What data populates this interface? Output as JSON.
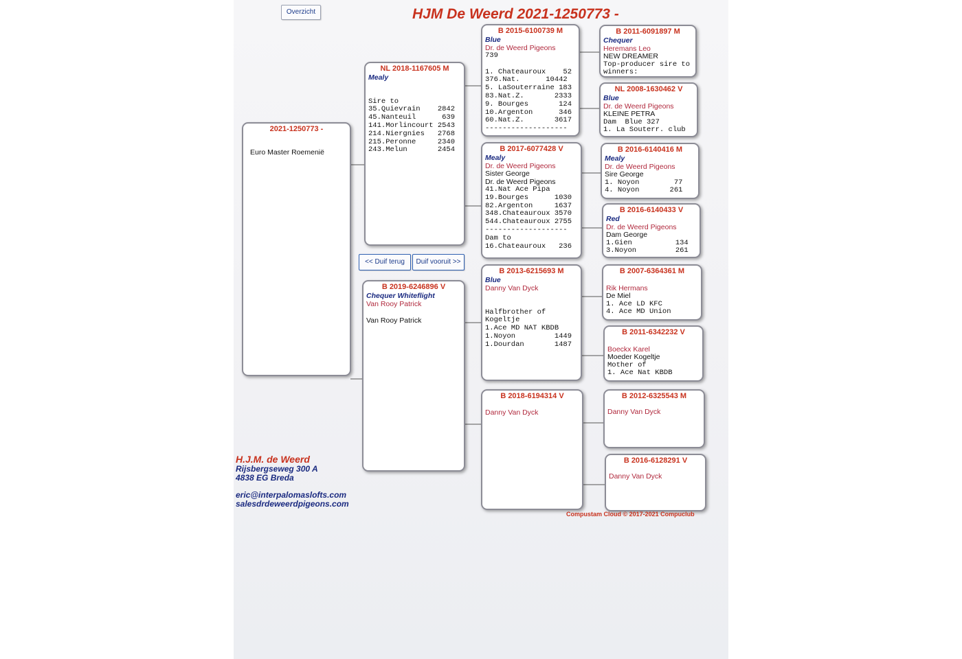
{
  "toolbar": {
    "overview_label": "Overzicht",
    "back_label": "<< Duif terug",
    "forward_label": "Duif vooruit >>"
  },
  "title": "HJM De Weerd  2021-1250773 -",
  "subject": {
    "ring": "2021-1250773 -",
    "name": "Euro Master Roemenië"
  },
  "sire": {
    "ring": "NL 2018-1167605 M",
    "color": "Mealy",
    "lines": "\n\nSire to\n35.Quievrain    2842\n45.Nanteuil      639\n141.Morlincourt 2543\n214.Niergnies   2768\n215.Peronne     2340\n243.Melun       2454"
  },
  "dam": {
    "ring": "B 2019-6246896 V",
    "color": "Chequer Whiteflight",
    "breeder": "Van Rooy Patrick",
    "text": "Van Rooy Patrick"
  },
  "gs1": {
    "ring": "B 2015-6100739 M",
    "color": "Blue",
    "breeder": "Dr. de Weerd Pigeons",
    "lines": "739\n\n1. Chateauroux    52\n376.Nat.      10442\n5. LaSouterraine 183\n83.Nat.Z.       2333\n9. Bourges       124\n10.Argenton      346\n60.Nat.Z.       3617\n-------------------"
  },
  "gd1": {
    "ring": "B 2017-6077428 V",
    "color": "Mealy",
    "breeder": "Dr. de Weerd Pigeons",
    "text1": "Sister George",
    "text2": "Dr. de Weerd Pigeons",
    "lines": "41.Nat Ace Pipa\n19.Bourges      1030\n82.Argenton     1637\n348.Chateauroux 3570\n544.Chateauroux 2755\n-------------------\nDam to\n16.Chateauroux   236"
  },
  "gs2": {
    "ring": "B 2013-6215693 M",
    "color": "Blue",
    "breeder": "Danny Van Dyck",
    "lines": "\n\nHalfbrother of\nKogeltje\n1.Ace MD NAT KBDB\n1.Noyon         1449\n1.Dourdan       1487"
  },
  "gd2": {
    "ring": "B 2018-6194314 V",
    "breeder": "Danny Van Dyck"
  },
  "ggs1": {
    "ring": "B 2011-6091897 M",
    "color": "Chequer",
    "breeder": "Heremans Leo",
    "text": "NEW DREAMER",
    "lines": "Top-producer sire to\nwinners:"
  },
  "ggd1": {
    "ring": "NL 2008-1630462 V",
    "color": "Blue",
    "breeder": "Dr. de Weerd Pigeons",
    "text": "KLEINE PETRA",
    "lines": "Dam  Blue 327\n1. La Souterr. club"
  },
  "ggs2": {
    "ring": "B 2016-6140416 M",
    "color": "Mealy",
    "breeder": "Dr. de Weerd Pigeons",
    "text": "Sire  George",
    "lines": "1. Noyon        77\n4. Noyon       261"
  },
  "ggd2": {
    "ring": "B 2016-6140433 V",
    "color": "Red",
    "breeder": "Dr. de Weerd Pigeons",
    "text": "Dam  George",
    "lines": "1.Gien          134\n3.Noyon         261"
  },
  "ggs3": {
    "ring": "B 2007-6364361 M",
    "breeder": "Rik Hermans",
    "text": "De Miel",
    "lines": "1. Ace LD KFC\n4. Ace MD Union"
  },
  "ggd3": {
    "ring": "B 2011-6342232 V",
    "breeder": "Boeckx Karel",
    "text": "Moeder Kogeltje",
    "lines": "Mother of\n1. Ace Nat KBDB"
  },
  "ggs4": {
    "ring": "B 2012-6325543 M",
    "breeder": "Danny Van Dyck"
  },
  "ggd4": {
    "ring": "B 2016-6128291 V",
    "breeder": "Danny Van Dyck"
  },
  "contact": {
    "name": "H.J.M. de Weerd",
    "street": "Rijsbergseweg 300 A",
    "city": "4838 EG Breda",
    "email": "eric@interpalomaslofts.com",
    "email2": "salesdrdeweerdpigeons.com"
  },
  "footer": "Compustam Cloud © 2017-2021 Compuclub"
}
